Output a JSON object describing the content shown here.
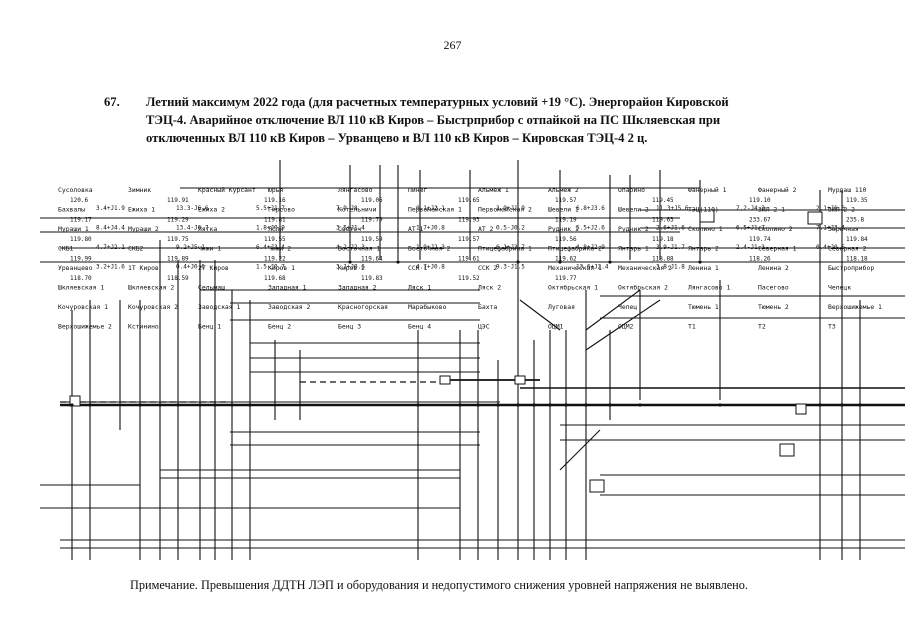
{
  "page_number": "267",
  "heading": {
    "number": "67.",
    "lines": [
      "Летний максимум 2022 года (для расчетных температурных условий +19 °С). Энергорайон Кировской",
      "ТЭЦ-4. Аварийное отключение ВЛ 110 кВ Киров – Быстрприбор с отпайкой на ПС Шкляевская при",
      "отключенных ВЛ 110 кВ Киров – Урванцево и ВЛ 110 кВ Киров – Кировская ТЭЦ-4 2 ц."
    ]
  },
  "note": "Примечание. Превышения ДДТН ЛЭП и оборудования и недопустимого снижения уровней напряжения не выявлено.",
  "diagram_labels": [
    "Сусоловка",
    "Зимник",
    "Красный Курсант",
    "Юрья",
    "Лянгасово",
    "Пинюг",
    "Альмеж 1",
    "Альмеж 2",
    "Опарино",
    "Фанерный 1",
    "Фанерный 2",
    "Мурдаш 110",
    "Бахвалы",
    "Ежиха 1",
    "Ежиха 2",
    "Гирсово",
    "Котельничи",
    "Первомайская 1",
    "Первомайская 2",
    "Шевели 1",
    "Шевели 2",
    "ТЭЦ(110)",
    "ЗИЛ-2 1",
    "ЗИЛ-2 2",
    "Мураши 1",
    "Мураши 2",
    "Лятка",
    "Ясли",
    "Светоч",
    "АТ 1",
    "АТ 2",
    "Рудник 1",
    "Рудник 2",
    "Скопино 1",
    "Скопино 2",
    "Заречная",
    "СКБ1",
    "СКБ2",
    "Чижи 1",
    "Чижи 2",
    "Восточная 1",
    "Восточная 2",
    "Птицефабрика 1",
    "Птицефабрика 2",
    "Янтарь 1",
    "Янтарь 2",
    "Северная 1",
    "Северная 2",
    "Урванцево",
    "1Т Киров",
    "2Т Киров",
    "Киров 1",
    "Киров 2",
    "ССК 1",
    "ССК 2",
    "Механическая 1",
    "Механическая 2",
    "Ленина 1",
    "Ленина 2",
    "Быстроприбор",
    "Шкляевская 1",
    "Шкляевская 2",
    "Сельмаш",
    "Западная 1",
    "Западная 2",
    "Ляск 1",
    "Ляск 2",
    "Октябрьская 1",
    "Октябрьская 2",
    "Лянгасово 1",
    "Пасегово",
    "Чепецк",
    "Кочуровская 1",
    "Кочуровская 2",
    "Заводская 1",
    "Заводская 2",
    "Красногорская",
    "Марабыково",
    "Бахта",
    "Луговая",
    "Чепец",
    "Тюмень 1",
    "Тюмень 2",
    "Верхошижемье 1",
    "Верхошижемье 2",
    "Кстинино",
    "Бенц 1",
    "Бенц 2",
    "Бенц 3",
    "Бенц 4",
    "ЦЭС",
    "ОЦМ1",
    "ОЦМ2",
    "Т1",
    "Т2",
    "Т3"
  ],
  "bus_values": [
    "120.6",
    "119.91",
    "119.16",
    "119.06",
    "119.65",
    "119.57",
    "119.45",
    "119.10",
    "119.35",
    "119.17",
    "119.29",
    "119.81",
    "119.79",
    "119.93",
    "119.19",
    "119.63",
    "233.67",
    "235.8",
    "119.80",
    "119.75",
    "119.55",
    "119.59",
    "119.57",
    "119.56",
    "119.18",
    "119.74",
    "119.84",
    "119.99",
    "119.89",
    "119.22",
    "119.64",
    "119.61",
    "119.62",
    "118.88",
    "118.26",
    "118.18",
    "118.70",
    "118.59",
    "119.68",
    "119.83",
    "119.52",
    "119.77"
  ],
  "flow_labels": [
    "3.4+J1.9",
    "13.3-J6.6",
    "5.5+J1.7",
    "7.9-J8",
    "0.1+J2.1",
    "3.9+J1.9",
    "6.8+J3.6",
    "11.3+J5.6",
    "7.2-J4.2",
    "2.1+J1.6",
    "8.4+J4.4",
    "13.4-J6.7",
    "1.8+J0.9",
    "3.5+J1.4",
    "1.7+J0.8",
    "0.5-J0.2",
    "5.5+J2.6",
    "2.6+J1.6",
    "6.5+J1.7",
    "7.1+J3.4",
    "4.7+J2.1",
    "9.2+J5.1",
    "6.4+J3.4",
    "4.2-J2.3",
    "1.9+J2.3",
    "6.1+J3.7",
    "4.8+J2.9",
    "3.9-J1.7",
    "2.4-J1.3",
    "0.4+J0.6",
    "3.2+J1.6",
    "0.4+J0.6",
    "1.5-J0.7",
    "3.1+J0.6",
    "4.7+J0.8",
    "9.3-J1.5",
    "13.6+J2.4",
    "3.8-J1.8"
  ]
}
